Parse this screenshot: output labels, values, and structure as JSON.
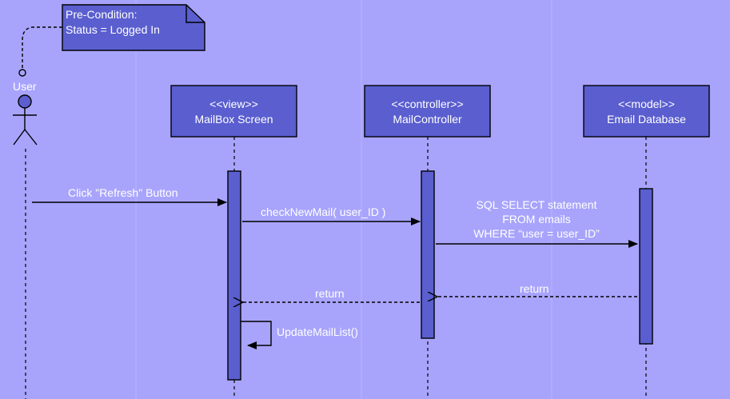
{
  "note": {
    "line1": "Pre-Condition:",
    "line2": "Status = Logged In"
  },
  "actor": {
    "label": "User"
  },
  "lifelines": [
    {
      "stereotype": "<<view>>",
      "name": "MailBox Screen"
    },
    {
      "stereotype": "<<controller>>",
      "name": "MailController"
    },
    {
      "stereotype": "<<model>>",
      "name": "Email Database"
    }
  ],
  "messages": {
    "click_refresh": "Click \"Refresh\" Button",
    "check_new_mail": "checkNewMail( user_ID )",
    "sql_line1": "SQL SELECT statement",
    "sql_line2": "FROM emails",
    "sql_line3": "WHERE “user = user_ID”",
    "return_db": "return",
    "return_controller": "return",
    "update_mail_list": "UpdateMailList()"
  },
  "colors": {
    "background": "#a8a4fc",
    "box_fill": "#5a5ecf",
    "stroke": "#000000",
    "text": "#ffffff"
  }
}
